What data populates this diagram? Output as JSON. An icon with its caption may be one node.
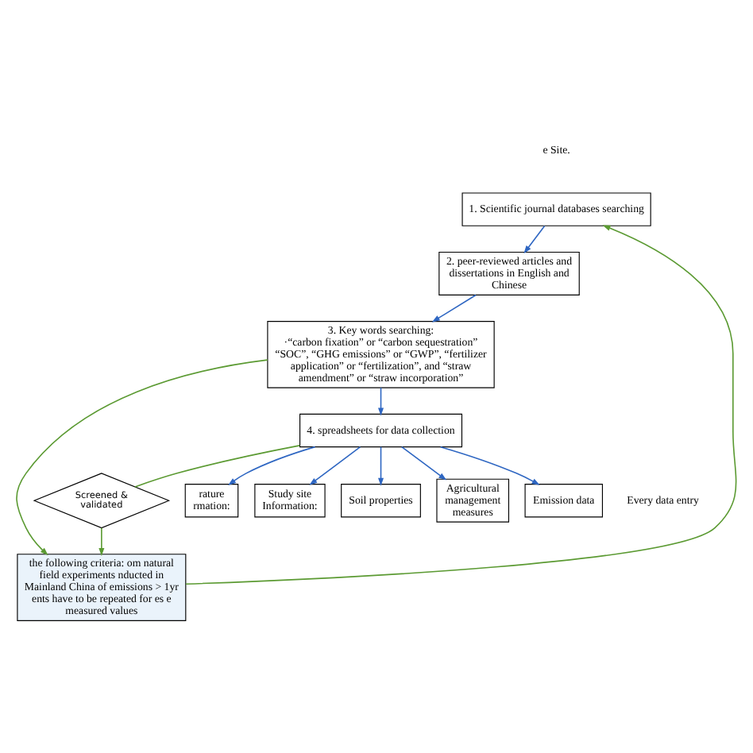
{
  "diagram": {
    "nodes": [
      {
        "text": [
          "1. Scientific journal databases searching"
        ]
      },
      {
        "text": [
          "2. peer-reviewed articles and dissertations in English and Chinese"
        ]
      },
      {
        "text": [
          "3. Key words searching:",
          "·“carbon fixation” or “carbon sequestration” “SOC”, “GHG emissions” or “GWP”, “fertilizer application” or “fertilization”, and “straw amendment” or “straw incorporation”"
        ]
      },
      {
        "text": [
          "the following criteria: om natural field experiments nducted in Mainland China of emissions > 1yr ents have to be repeated for es e measured values"
        ]
      },
      {
        "text": [
          "Screened & validated"
        ]
      },
      {
        "text": [
          "4. spreadsheets for data collection"
        ]
      },
      {
        "text": [
          "rature rmation:"
        ]
      },
      {
        "text": [
          "Study site Information:"
        ]
      },
      {
        "text": [
          "Soil properties"
        ]
      },
      {
        "text": [
          "Agricultural management measures"
        ]
      },
      {
        "text": [
          "Emission data"
        ]
      }
    ],
    "edges": [
      {
        "from": 0,
        "to": 1,
        "arrow": "to"
      },
      {
        "from": 1,
        "to": 2,
        "arrow": "to"
      },
      {
        "from": 2,
        "to": 3,
        "arrow": "to",
        "color": "#5b9a32"
      },
      {
        "from": 3,
        "to": 0,
        "arrow": "to",
        "color": "#5b9a32"
      },
      {
        "from": 4,
        "to": 3,
        "arrow": "to",
        "color": "#5b9a32"
      },
      {
        "from": 5,
        "to": 4,
        "arrow": "none",
        "color": "#5b9a32"
      },
      {
        "from": 2,
        "to": 5,
        "arrow": "to"
      },
      {
        "from": 5,
        "to": 6,
        "arrow": "to"
      },
      {
        "from": 5,
        "to": 7,
        "arrow": "to"
      },
      {
        "from": 5,
        "to": 8,
        "arrow": "to"
      },
      {
        "from": 5,
        "to": 9,
        "arrow": "to"
      },
      {
        "from": 5,
        "to": 10,
        "arrow": "to"
      }
    ],
    "labels": [
      "e Site.",
      "Every data entry"
    ]
  }
}
